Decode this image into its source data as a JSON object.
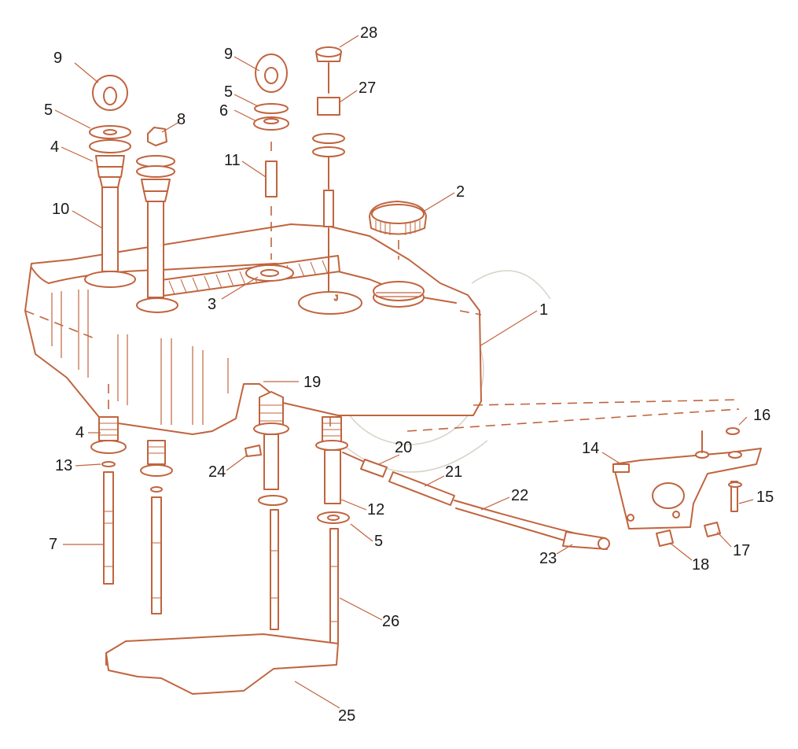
{
  "colors": {
    "line": "#c0643e",
    "fill": "#ffffff",
    "label": "#1a1a1a",
    "watermark": "#d8d2c8"
  },
  "labels": {
    "p1": "1",
    "p2": "2",
    "p3": "3",
    "p4a": "4",
    "p4b": "4",
    "p5a": "5",
    "p5b": "5",
    "p5c": "5",
    "p6": "6",
    "p7": "7",
    "p8": "8",
    "p9a": "9",
    "p9b": "9",
    "p10": "10",
    "p11": "11",
    "p12": "12",
    "p13": "13",
    "p14": "14",
    "p15": "15",
    "p16": "16",
    "p17": "17",
    "p18": "18",
    "p19": "19",
    "p20": "20",
    "p21": "21",
    "p22": "22",
    "p23": "23",
    "p24": "24",
    "p25": "25",
    "p26": "26",
    "p27": "27",
    "p28": "28"
  }
}
